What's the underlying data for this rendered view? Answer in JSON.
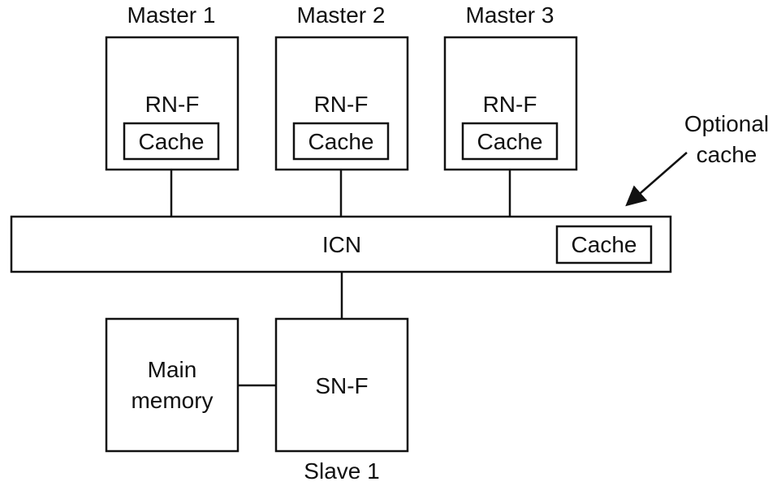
{
  "masters": [
    {
      "title": "Master 1",
      "node": "RN-F",
      "cache": "Cache"
    },
    {
      "title": "Master 2",
      "node": "RN-F",
      "cache": "Cache"
    },
    {
      "title": "Master 3",
      "node": "RN-F",
      "cache": "Cache"
    }
  ],
  "interconnect": {
    "label": "ICN",
    "cache": "Cache"
  },
  "annotation": {
    "line1": "Optional",
    "line2": "cache"
  },
  "memory": {
    "line1": "Main",
    "line2": "memory"
  },
  "slave": {
    "node": "SN-F",
    "title": "Slave 1"
  },
  "colors": {
    "stroke": "#111111",
    "background": "#ffffff"
  }
}
